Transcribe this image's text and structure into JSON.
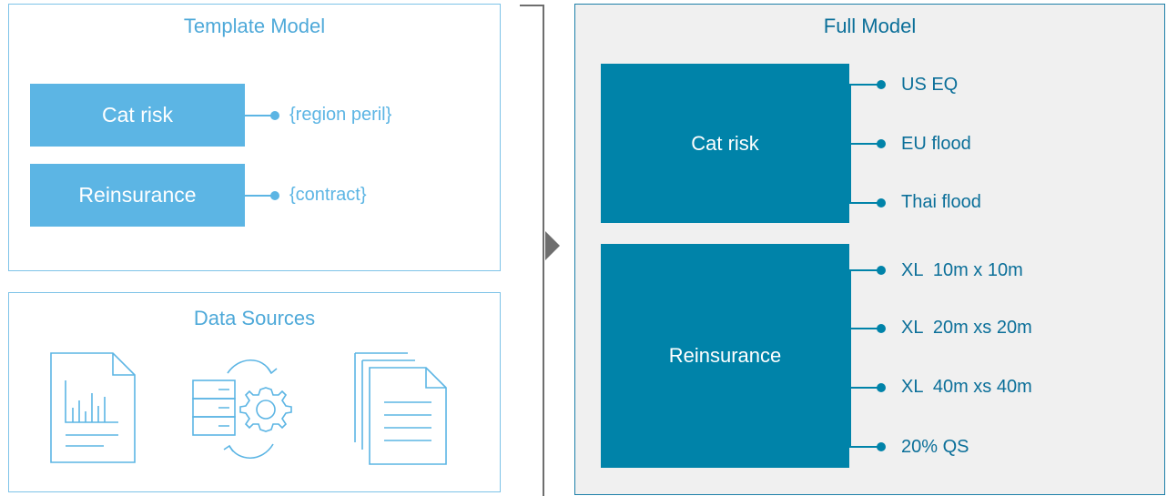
{
  "template_model": {
    "title": "Template Model",
    "items": [
      {
        "label": "Cat risk",
        "param": "{region peril}"
      },
      {
        "label": "Reinsurance",
        "param": "{contract}"
      }
    ]
  },
  "data_sources": {
    "title": "Data Sources",
    "icons": [
      "report-document-icon",
      "database-sync-gear-icon",
      "document-stack-icon"
    ]
  },
  "full_model": {
    "title": "Full Model",
    "groups": [
      {
        "label": "Cat risk",
        "outputs": [
          "US EQ",
          "EU flood",
          "Thai flood"
        ]
      },
      {
        "label": "Reinsurance",
        "outputs": [
          "XL  10m x 10m",
          "XL  20m xs 20m",
          "XL  40m xs 40m",
          "20% QS"
        ]
      }
    ]
  },
  "colors": {
    "light_blue": "#5cb5e4",
    "dark_teal": "#0083a9",
    "connector_grey": "#6e6e6e",
    "panel_grey": "#f0f0f0"
  }
}
